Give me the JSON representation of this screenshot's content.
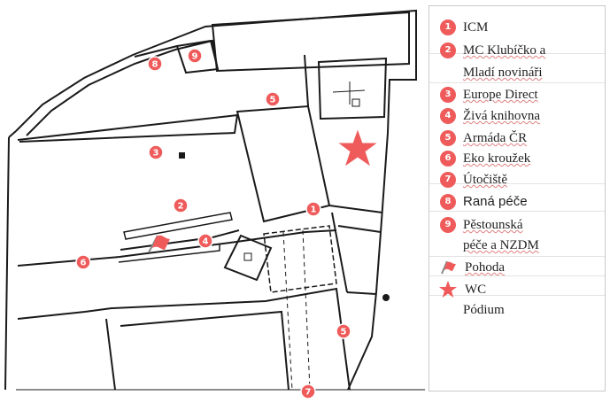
{
  "colors": {
    "marker": "#ef5b5b",
    "wc_star": "#ef5b5b",
    "pohoda_flag": "#ef5b5b",
    "map_lines": "#1a1a1a"
  },
  "map": {
    "markers": [
      {
        "label": "1",
        "icon": "numbered-circle"
      },
      {
        "label": "2",
        "icon": "numbered-circle"
      },
      {
        "label": "3",
        "icon": "numbered-circle"
      },
      {
        "label": "4",
        "icon": "numbered-circle"
      },
      {
        "label": "5",
        "icon": "numbered-circle"
      },
      {
        "label": "5",
        "icon": "numbered-circle"
      },
      {
        "label": "6",
        "icon": "numbered-circle"
      },
      {
        "label": "7",
        "icon": "numbered-circle"
      },
      {
        "label": "8",
        "icon": "numbered-circle"
      },
      {
        "label": "9",
        "icon": "numbered-circle"
      }
    ],
    "wc_icon": "star-icon",
    "pohoda_icon": "flag-icon"
  },
  "legend": {
    "items": [
      {
        "marker": "1",
        "label": "ICM"
      },
      {
        "marker": "2",
        "label": "MC Klubíčko a"
      },
      {
        "marker": "",
        "label": "Mladí novináři"
      },
      {
        "marker": "3",
        "label": "Europe Direct"
      },
      {
        "marker": "4",
        "label": "Živá knihovna"
      },
      {
        "marker": "5",
        "label": "Armáda ČR"
      },
      {
        "marker": "6",
        "label": "Eko kroužek"
      },
      {
        "marker": "7",
        "label": "Útočiště"
      },
      {
        "marker": "8",
        "label": "Raná péče"
      },
      {
        "marker": "9",
        "label": "Pěstounská"
      },
      {
        "marker": "",
        "label": "péče a NZDM"
      },
      {
        "marker": "flag-icon",
        "label": "Pohoda"
      },
      {
        "marker": "star-icon",
        "label": "WC"
      },
      {
        "marker": "",
        "label": "Pódium"
      }
    ]
  }
}
